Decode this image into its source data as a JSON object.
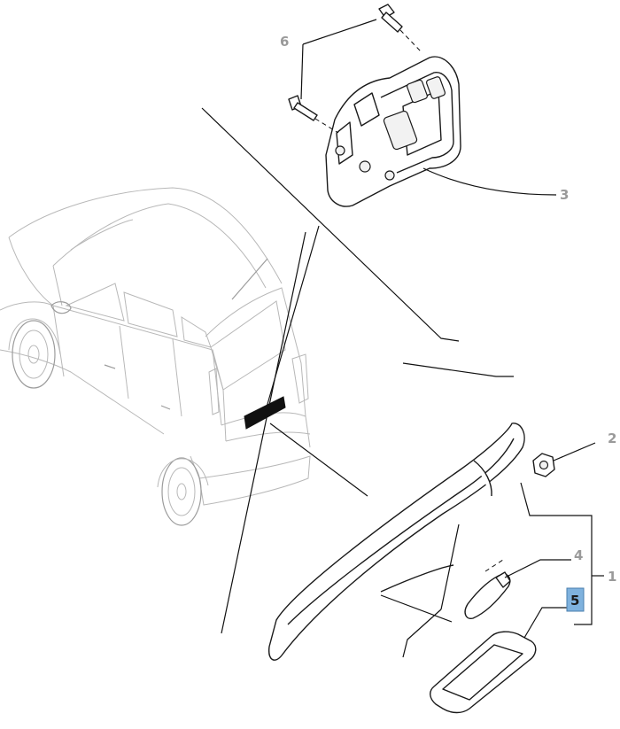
{
  "callouts": [
    {
      "id": "1",
      "label": "1",
      "highlighted": false
    },
    {
      "id": "2",
      "label": "2",
      "highlighted": false
    },
    {
      "id": "3",
      "label": "3",
      "highlighted": false
    },
    {
      "id": "4",
      "label": "4",
      "highlighted": false
    },
    {
      "id": "5",
      "label": "5",
      "highlighted": true
    },
    {
      "id": "6",
      "label": "6",
      "highlighted": false
    }
  ],
  "colors": {
    "highlight_fill": "#7fb2de",
    "label_gray": "#9a9a9a",
    "line": "#111111",
    "car_line": "#b8b8b8"
  }
}
